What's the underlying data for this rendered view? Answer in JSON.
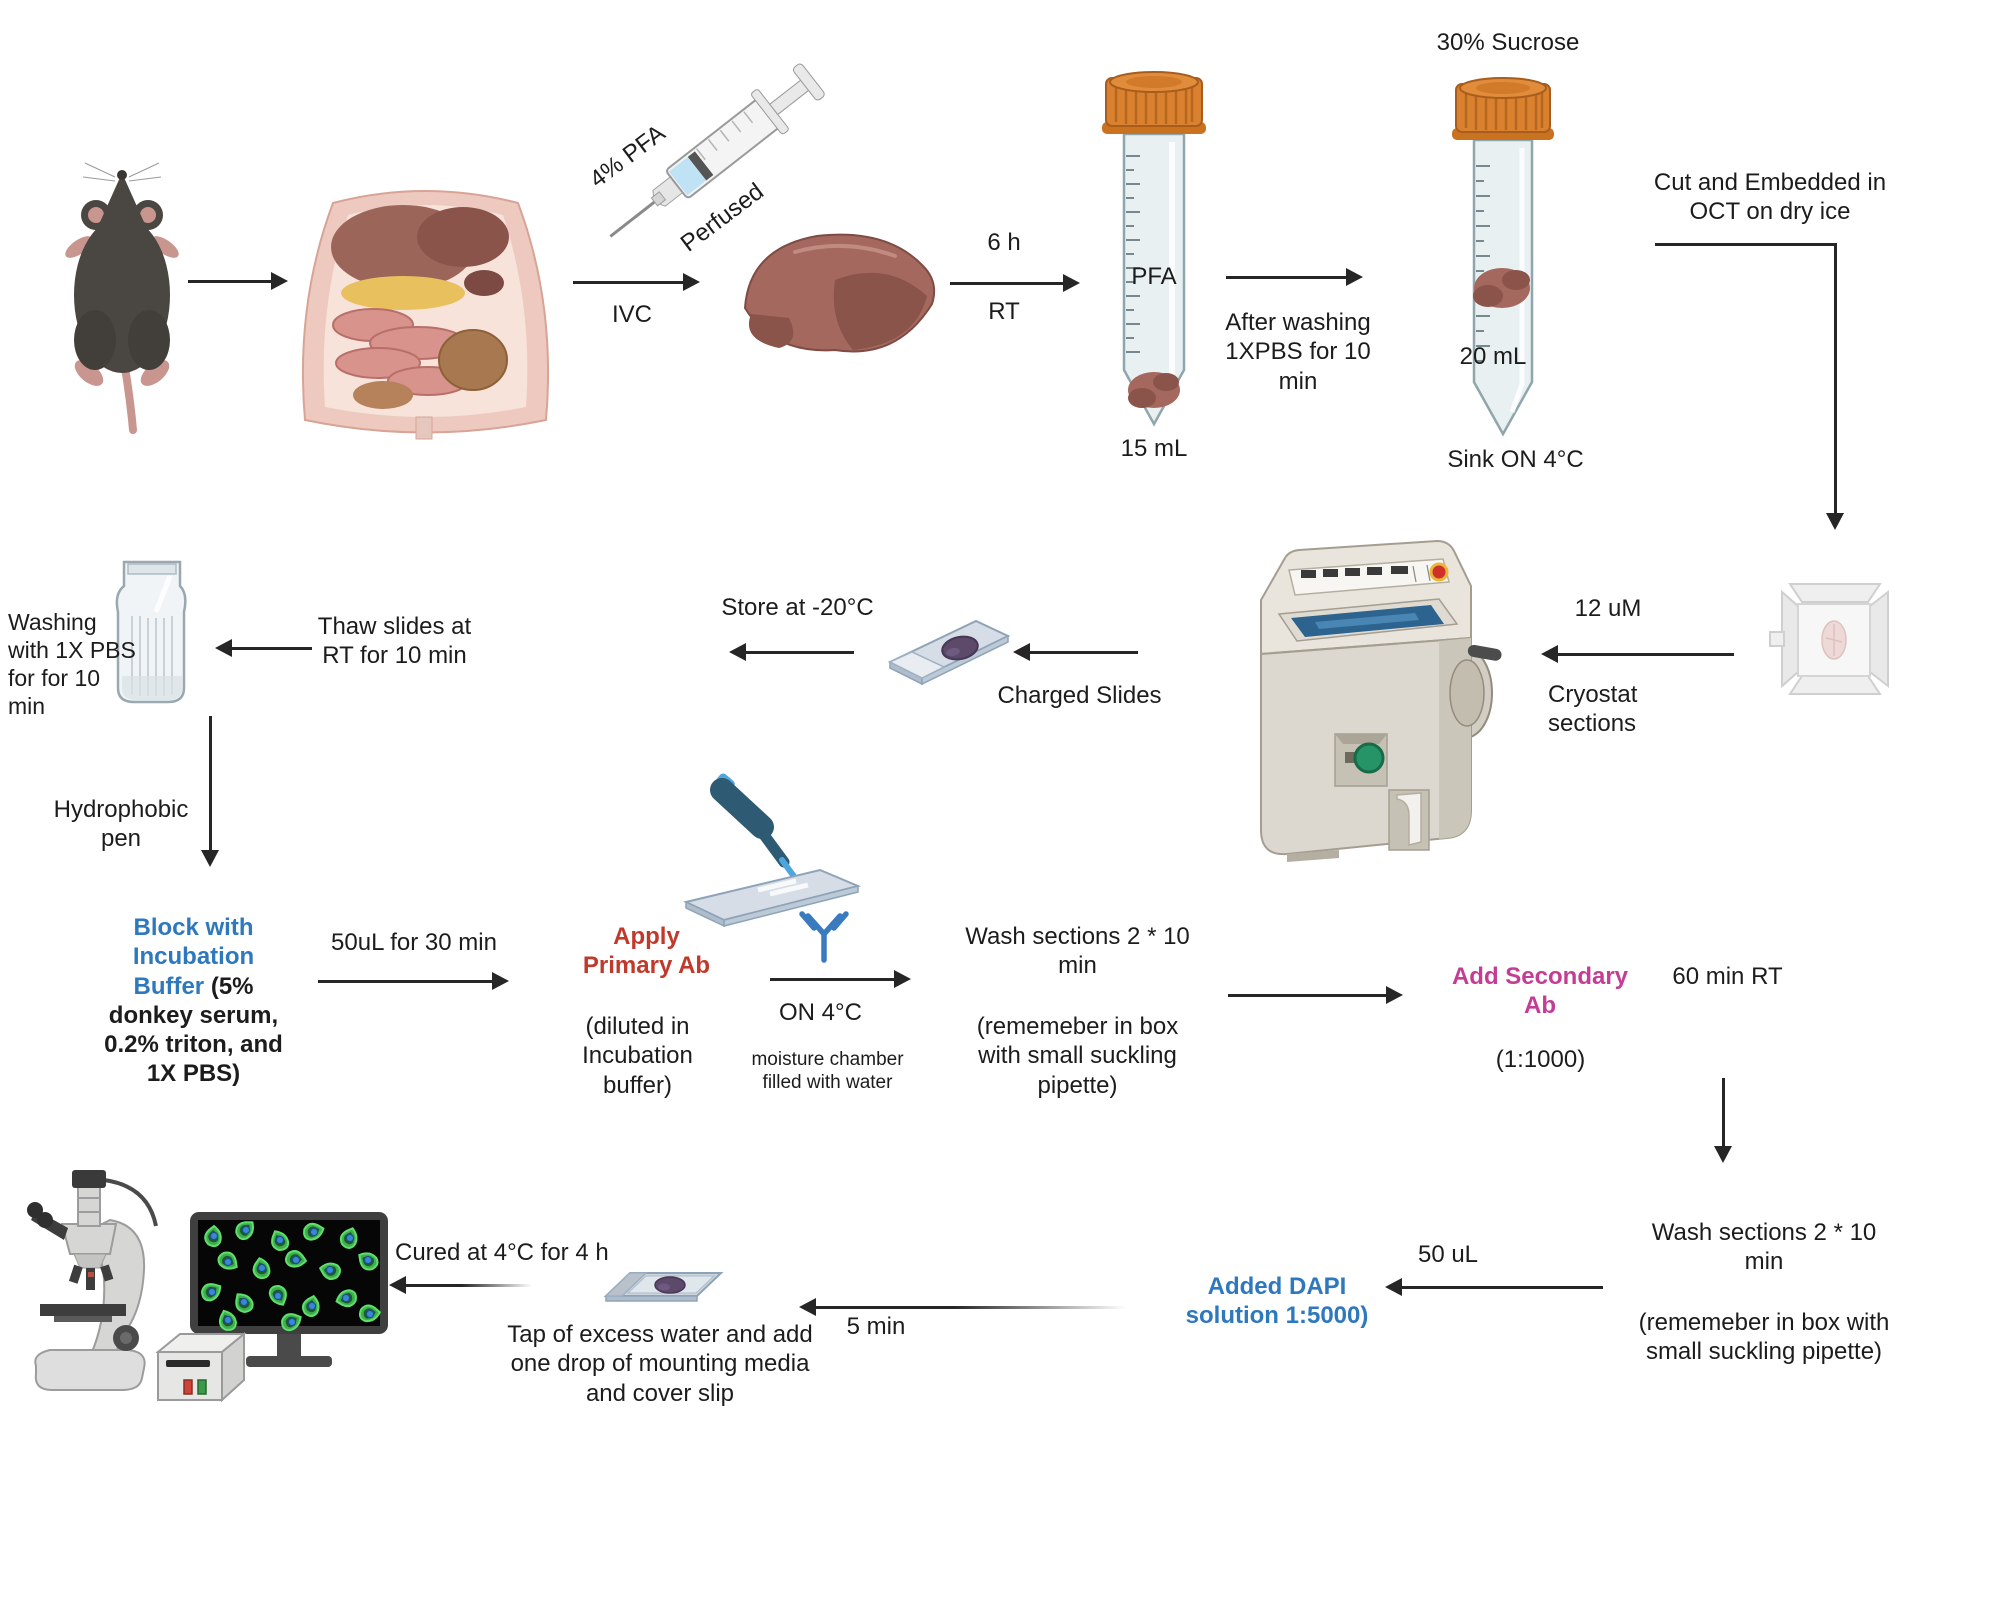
{
  "title": "Immunofluorescence staining protocol diagram",
  "colors": {
    "accent_blue": "#2e78be",
    "accent_red": "#c0392b",
    "accent_magenta": "#c33d96",
    "ink": "#262626",
    "cap_orange": "#d9812f"
  },
  "perfusion": {
    "solution": "4% PFA",
    "action": "Perfused",
    "route": "IVC"
  },
  "fixation": {
    "duration": "6 h",
    "temp": "RT",
    "tube_label": "PFA",
    "tube_volume": "15 mL",
    "wash": "After washing 1XPBS for 10 min"
  },
  "cryoprotection": {
    "solution": "30% Sucrose",
    "tube_volume": "20 mL",
    "condition": "Sink ON 4°C"
  },
  "embedding": {
    "label": "Cut and Embedded in OCT on dry ice"
  },
  "sectioning": {
    "thickness": "12 uM",
    "method": "Cryostat sections",
    "slides": "Charged Slides",
    "storage": "Store at -20°C"
  },
  "thawing": {
    "label": "Thaw slides at RT for 10 min"
  },
  "washing1": {
    "label": "Washing with 1X PBS for for 10 min"
  },
  "hydrophobic": {
    "label": "Hydrophobic pen"
  },
  "blocking": {
    "highlight": "Block with Incubation Buffer",
    "detail": " (5% donkey serum, 0.2% triton, and 1X PBS)",
    "condition": "50uL for 30 min"
  },
  "primary": {
    "highlight": "Apply Primary Ab",
    "detail": "(diluted in Incubation buffer)",
    "condition": "ON 4°C",
    "note": "moisture chamber filled with water"
  },
  "wash2": {
    "title": "Wash sections 2 * 10 min",
    "note": "(rememeber in box with small suckling  pipette)"
  },
  "secondary": {
    "highlight": "Add Secondary Ab",
    "dilution": "(1:1000)",
    "condition": "60 min RT"
  },
  "wash3": {
    "title": "Wash sections 2 * 10 min",
    "note": "(rememeber in box with small suckling  pipette)"
  },
  "dapi": {
    "highlight": "Added DAPI solution 1:5000)",
    "volume": "50 uL",
    "duration": "5 min"
  },
  "mounting": {
    "label": "Tap of excess water and add one drop of mounting media and cover slip",
    "curing": "Cured at 4°C  for 4 h"
  }
}
